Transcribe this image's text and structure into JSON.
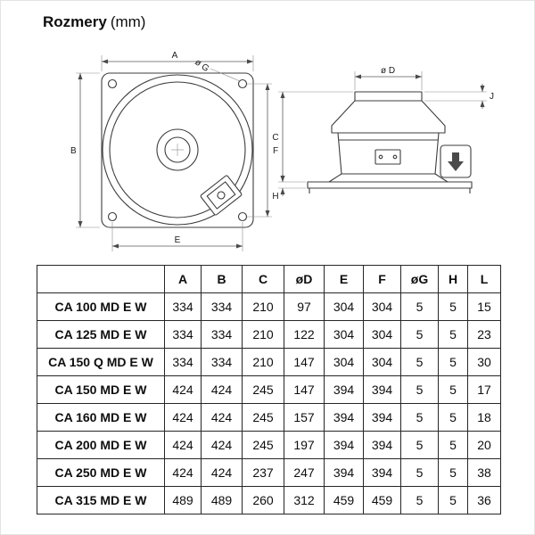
{
  "page": {
    "title_main": "Rozmery",
    "title_unit": "(mm)"
  },
  "drawings": {
    "front_view": {
      "dim_a": "A",
      "dim_b": "B",
      "dim_e": "E",
      "dim_f": "F",
      "dim_g": "ø G"
    },
    "side_view": {
      "dim_d": "ø D",
      "dim_j": "J",
      "dim_c": "C",
      "dim_h": "H"
    }
  },
  "table": {
    "headers": [
      "A",
      "B",
      "C",
      "øD",
      "E",
      "F",
      "øG",
      "H",
      "L"
    ],
    "rows": [
      {
        "model": "CA 100 MD E W",
        "values": [
          "334",
          "334",
          "210",
          "97",
          "304",
          "304",
          "5",
          "5",
          "15"
        ]
      },
      {
        "model": "CA 125 MD E W",
        "values": [
          "334",
          "334",
          "210",
          "122",
          "304",
          "304",
          "5",
          "5",
          "23"
        ]
      },
      {
        "model": "CA 150 Q MD E W",
        "values": [
          "334",
          "334",
          "210",
          "147",
          "304",
          "304",
          "5",
          "5",
          "30"
        ]
      },
      {
        "model": "CA 150 MD E W",
        "values": [
          "424",
          "424",
          "245",
          "147",
          "394",
          "394",
          "5",
          "5",
          "17"
        ]
      },
      {
        "model": "CA 160 MD E W",
        "values": [
          "424",
          "424",
          "245",
          "157",
          "394",
          "394",
          "5",
          "5",
          "18"
        ]
      },
      {
        "model": "CA 200 MD E W",
        "values": [
          "424",
          "424",
          "245",
          "197",
          "394",
          "394",
          "5",
          "5",
          "20"
        ]
      },
      {
        "model": "CA 250 MD E W",
        "values": [
          "424",
          "424",
          "237",
          "247",
          "394",
          "394",
          "5",
          "5",
          "38"
        ]
      },
      {
        "model": "CA 315 MD E W",
        "values": [
          "489",
          "489",
          "260",
          "312",
          "459",
          "459",
          "5",
          "5",
          "36"
        ]
      }
    ]
  }
}
